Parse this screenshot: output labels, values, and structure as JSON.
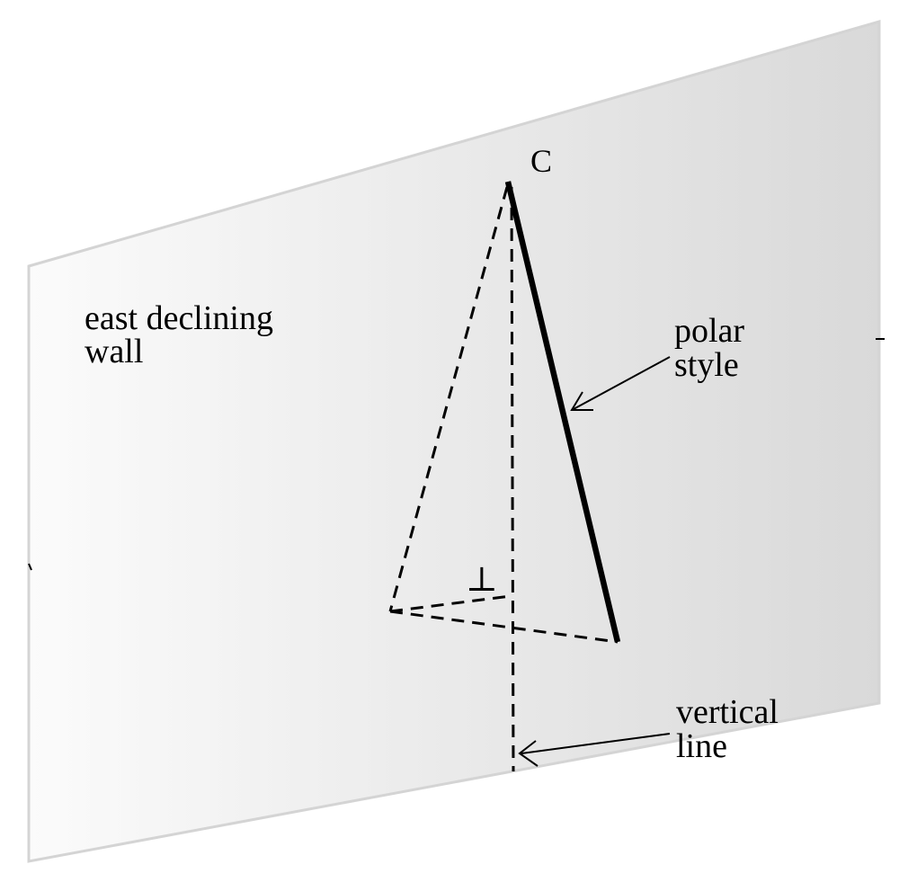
{
  "diagram": {
    "labels": {
      "point_c": "C",
      "wall_line1": "east declining",
      "wall_line2": "wall",
      "style_line1": "polar",
      "style_line2": "style",
      "vertical_line1": "vertical",
      "vertical_line2": "line",
      "perpendicular_mark": "⊥"
    },
    "colors": {
      "wall_edge": "#d4d4d4",
      "wall_fill_light": "#fbfbfb",
      "wall_fill_dark": "#d9d9d9",
      "ink": "#000000"
    }
  }
}
